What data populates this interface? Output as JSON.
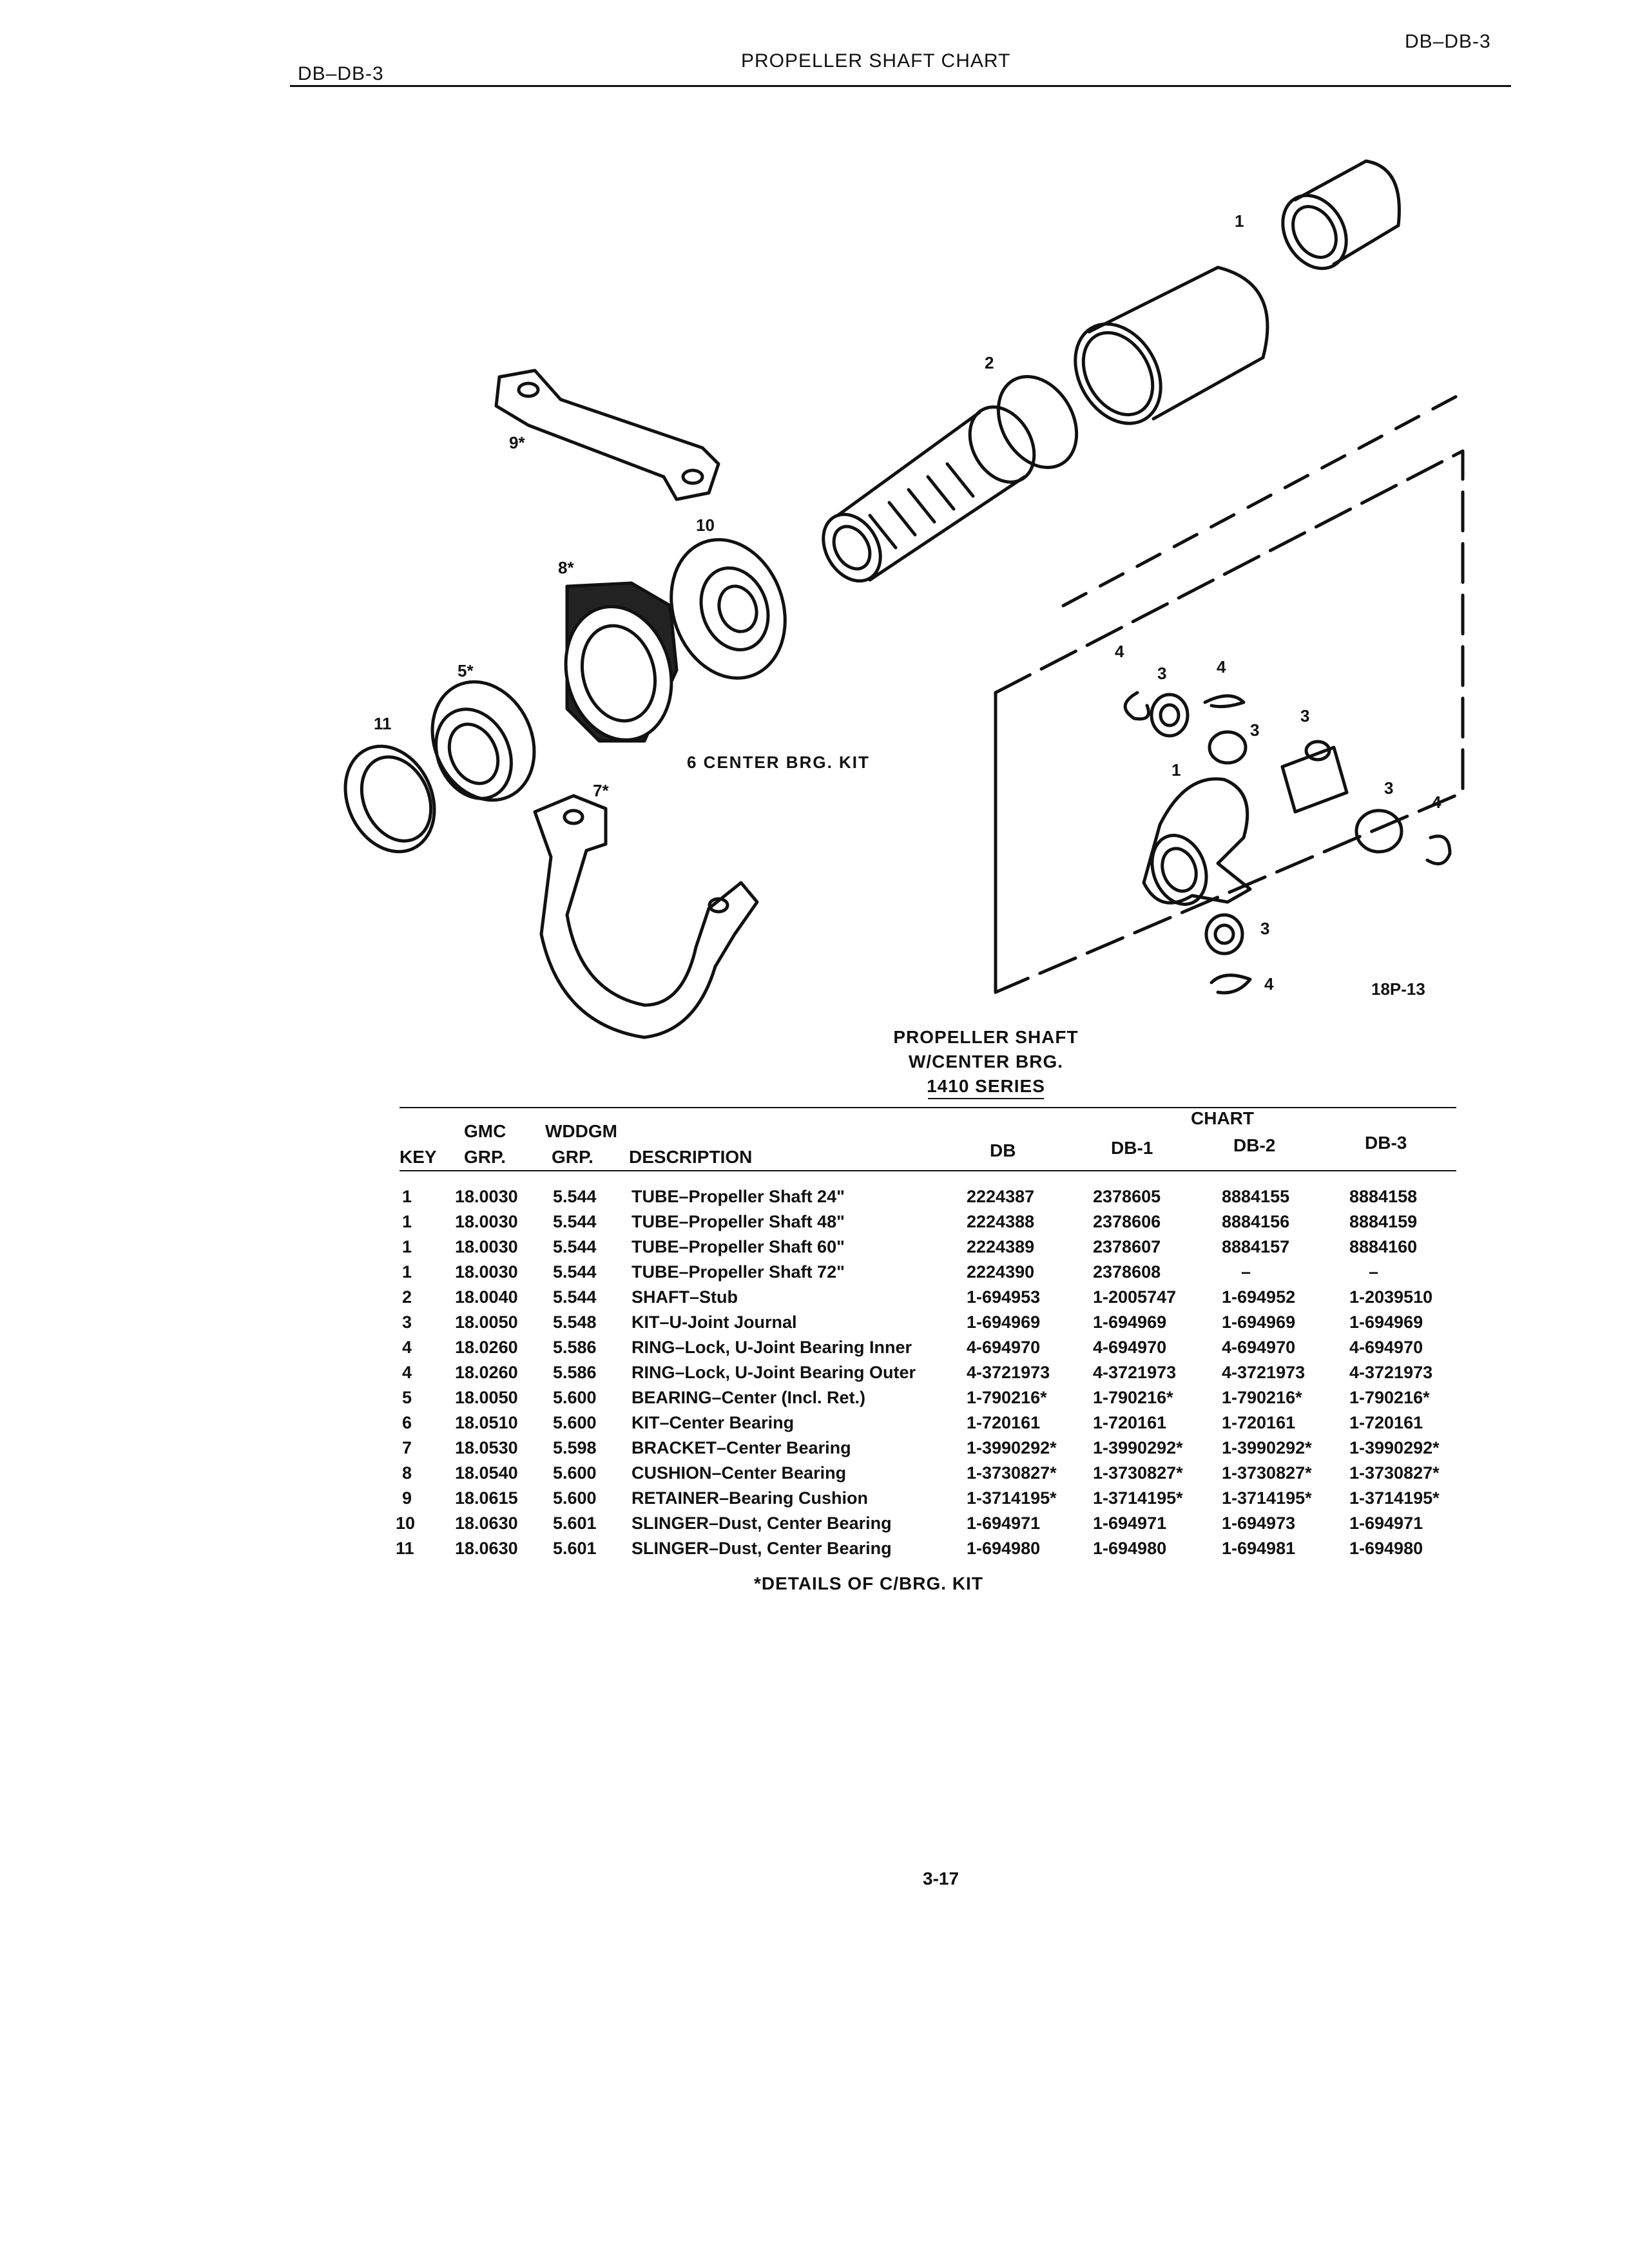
{
  "header": {
    "left_code": "DB–DB-3",
    "title": "PROPELLER SHAFT CHART",
    "right_code": "DB–DB-3"
  },
  "diagram": {
    "callouts": [
      "1",
      "2",
      "9*",
      "10",
      "8*",
      "5*",
      "11",
      "7*",
      "4",
      "3",
      "4",
      "3",
      "3",
      "1",
      "3",
      "4",
      "3",
      "4"
    ],
    "kit_label": "6 CENTER BRG. KIT",
    "figure_code": "18P-13",
    "caption": [
      "PROPELLER SHAFT",
      "W/CENTER BRG.",
      "1410 SERIES"
    ]
  },
  "table": {
    "chart_header": "CHART",
    "head_top": {
      "gmc": "GMC",
      "wddgm": "WDDGM"
    },
    "columns": [
      "KEY",
      "GRP.",
      "GRP.",
      "DESCRIPTION",
      "DB",
      "DB-1",
      "DB-2",
      "DB-3"
    ],
    "rows": [
      [
        "1",
        "18.0030",
        "5.544",
        "TUBE–Propeller Shaft 24\"",
        "2224387",
        "2378605",
        "8884155",
        "8884158"
      ],
      [
        "1",
        "18.0030",
        "5.544",
        "TUBE–Propeller Shaft 48\"",
        "2224388",
        "2378606",
        "8884156",
        "8884159"
      ],
      [
        "1",
        "18.0030",
        "5.544",
        "TUBE–Propeller Shaft 60\"",
        "2224389",
        "2378607",
        "8884157",
        "8884160"
      ],
      [
        "1",
        "18.0030",
        "5.544",
        "TUBE–Propeller Shaft 72\"",
        "2224390",
        "2378608",
        "–",
        "–"
      ],
      [
        "2",
        "18.0040",
        "5.544",
        "SHAFT–Stub",
        "1-694953",
        "1-2005747",
        "1-694952",
        "1-2039510"
      ],
      [
        "3",
        "18.0050",
        "5.548",
        "KIT–U-Joint Journal",
        "1-694969",
        "1-694969",
        "1-694969",
        "1-694969"
      ],
      [
        "4",
        "18.0260",
        "5.586",
        "RING–Lock, U-Joint Bearing Inner",
        "4-694970",
        "4-694970",
        "4-694970",
        "4-694970"
      ],
      [
        "4",
        "18.0260",
        "5.586",
        "RING–Lock, U-Joint Bearing Outer",
        "4-3721973",
        "4-3721973",
        "4-3721973",
        "4-3721973"
      ],
      [
        "5",
        "18.0050",
        "5.600",
        "BEARING–Center (Incl. Ret.)",
        "1-790216*",
        "1-790216*",
        "1-790216*",
        "1-790216*"
      ],
      [
        "6",
        "18.0510",
        "5.600",
        "KIT–Center Bearing",
        "1-720161",
        "1-720161",
        "1-720161",
        "1-720161"
      ],
      [
        "7",
        "18.0530",
        "5.598",
        "BRACKET–Center Bearing",
        "1-3990292*",
        "1-3990292*",
        "1-3990292*",
        "1-3990292*"
      ],
      [
        "8",
        "18.0540",
        "5.600",
        "CUSHION–Center Bearing",
        "1-3730827*",
        "1-3730827*",
        "1-3730827*",
        "1-3730827*"
      ],
      [
        "9",
        "18.0615",
        "5.600",
        "RETAINER–Bearing Cushion",
        "1-3714195*",
        "1-3714195*",
        "1-3714195*",
        "1-3714195*"
      ],
      [
        "10",
        "18.0630",
        "5.601",
        "SLINGER–Dust, Center Bearing",
        "1-694971",
        "1-694971",
        "1-694973",
        "1-694971"
      ],
      [
        "11",
        "18.0630",
        "5.601",
        "SLINGER–Dust, Center Bearing",
        "1-694980",
        "1-694980",
        "1-694981",
        "1-694980"
      ]
    ],
    "footnote": "*DETAILS OF C/BRG. KIT"
  },
  "footer": {
    "page_number": "3-17"
  }
}
